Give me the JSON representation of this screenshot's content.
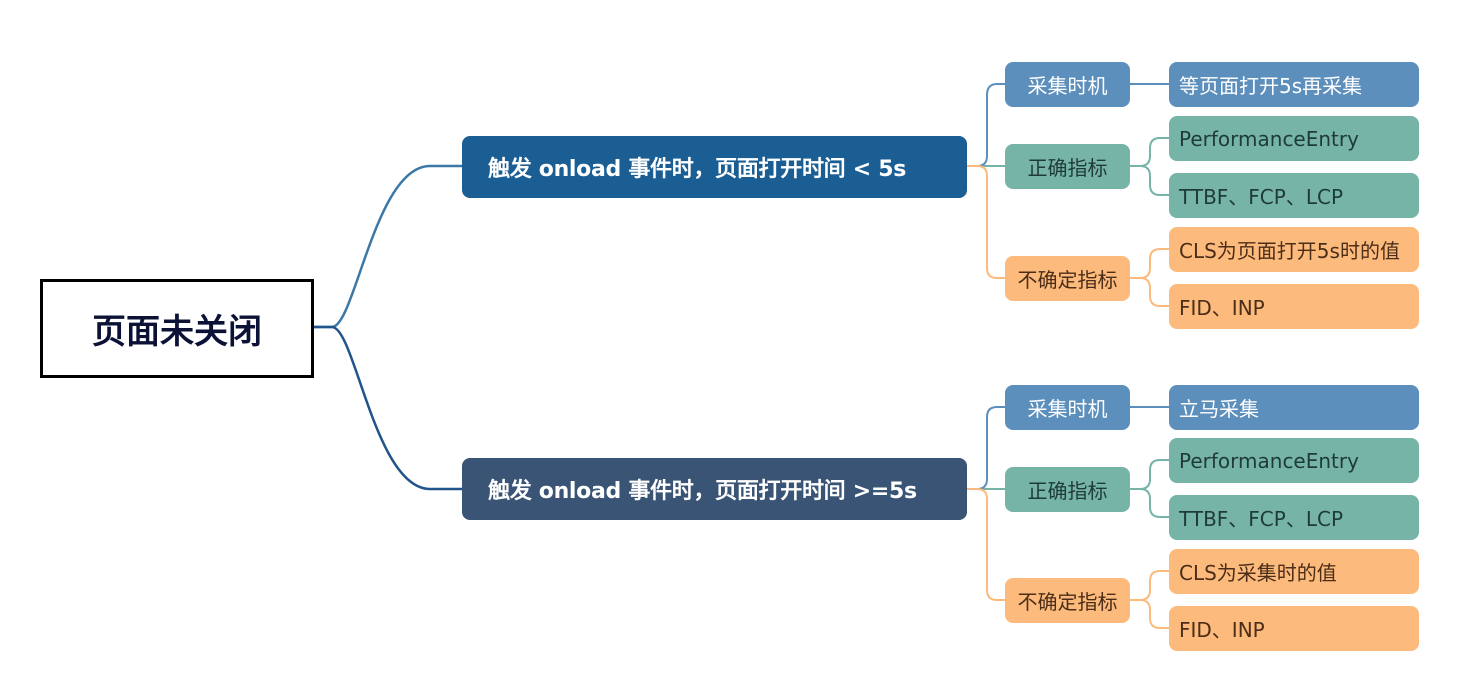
{
  "root": {
    "label": "页面未关闭"
  },
  "branches": [
    {
      "label": "触发 onload 事件时，页面打开时间 < 5s",
      "categories": [
        {
          "label": "采集时机",
          "leaves": [
            "等页面打开5s再采集"
          ]
        },
        {
          "label": "正确指标",
          "leaves": [
            "PerformanceEntry",
            "TTBF、FCP、LCP"
          ]
        },
        {
          "label": "不确定指标",
          "leaves": [
            "CLS为页面打开5s时的值",
            "FID、INP"
          ]
        }
      ]
    },
    {
      "label": "触发 onload 事件时，页面打开时间 >=5s",
      "categories": [
        {
          "label": "采集时机",
          "leaves": [
            "立马采集"
          ]
        },
        {
          "label": "正确指标",
          "leaves": [
            "PerformanceEntry",
            "TTBF、FCP、LCP"
          ]
        },
        {
          "label": "不确定指标",
          "leaves": [
            "CLS为采集时的值",
            "FID、INP"
          ]
        }
      ]
    }
  ],
  "colors": {
    "branch_1": "#1b5e94",
    "branch_2": "#3a5475",
    "timing": "#5d8fbc",
    "correct": "#76b4a8",
    "uncertain": "#fcbb7d"
  }
}
